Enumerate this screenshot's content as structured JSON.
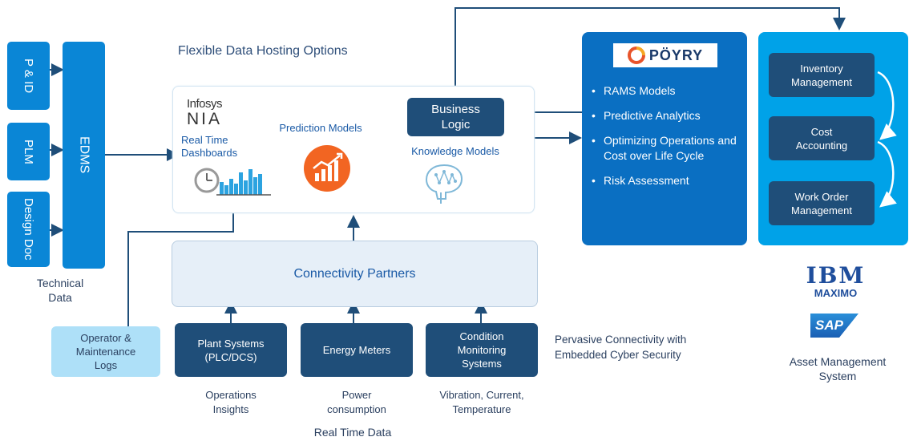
{
  "technical": {
    "items": [
      "P & ID",
      "PLM",
      "Design Doc"
    ],
    "edms": "EDMS",
    "label": "Technical Data"
  },
  "hosting": {
    "title": "Flexible Data Hosting Options",
    "infosys_line1": "Infosys",
    "infosys_line2": "NIA",
    "realtime": "Real Time Dashboards",
    "prediction": "Prediction Models",
    "business_logic": "Business Logic",
    "knowledge": "Knowledge Models"
  },
  "connectivity": {
    "title": "Connectivity Partners",
    "sources": [
      {
        "label": "Plant Systems (PLC/DCS)",
        "caption": "Operations Insights"
      },
      {
        "label": "Energy Meters",
        "caption": "Power consumption"
      },
      {
        "label": "Condition Monitoring Systems",
        "caption": "Vibration, Current, Temperature"
      }
    ],
    "operator_logs": "Operator & Maintenance Logs",
    "pervasive": "Pervasive Connectivity with Embedded Cyber Security",
    "realtime_data": "Real Time Data"
  },
  "poyry": {
    "logo": "PÖYRY",
    "bullets": [
      "RAMS Models",
      "Predictive Analytics",
      "Optimizing Operations and Cost over Life Cycle",
      "Risk Assessment"
    ]
  },
  "asset": {
    "boxes": [
      "Inventory Management",
      "Cost Accounting",
      "Work Order Management"
    ],
    "ibm": "IBM",
    "maximo": "MAXIMO",
    "sap": "SAP",
    "label": "Asset Management System"
  },
  "colors": {
    "blue": "#0a86d6",
    "navy": "#1f4e79",
    "light": "#aee0f8",
    "orange": "#f26522"
  }
}
